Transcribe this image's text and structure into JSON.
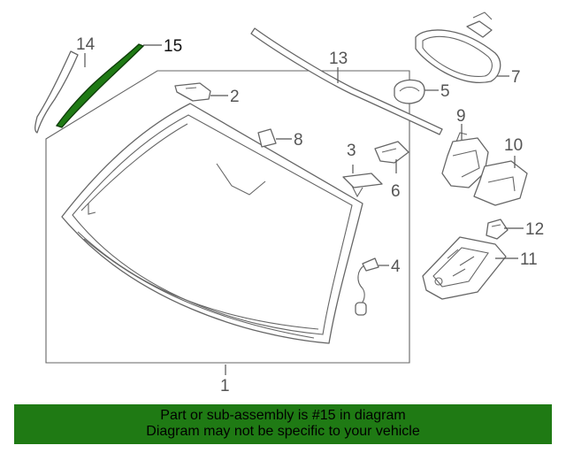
{
  "callouts": [
    "1",
    "2",
    "3",
    "4",
    "5",
    "6",
    "7",
    "8",
    "9",
    "10",
    "11",
    "12",
    "13",
    "14",
    "15"
  ],
  "highlighted_part": "15",
  "colors": {
    "highlight": "#1f7a14",
    "banner_bg": "#1f7a14",
    "line": "#666666"
  },
  "banner": {
    "line1": "Part or sub-assembly is #15 in diagram",
    "line2": "Diagram may not be specific to your vehicle"
  }
}
